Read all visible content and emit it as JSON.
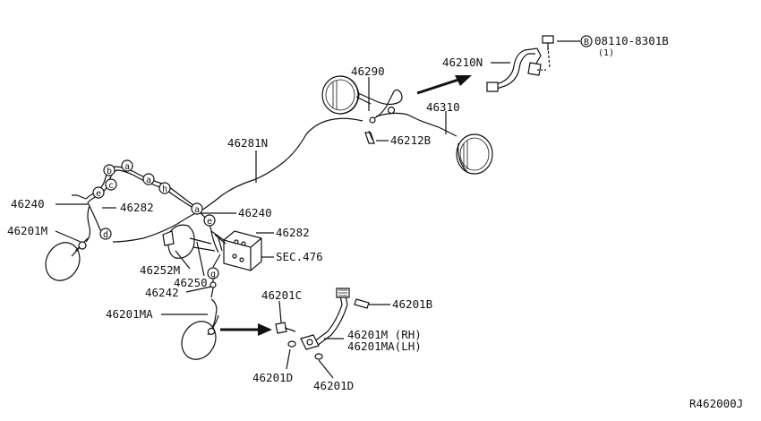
{
  "labels": {
    "l46290": "46290",
    "l46210n": "46210N",
    "lbolt": "08110-8301B",
    "lbolt_qty": "(1)",
    "lbolt_letter": "B",
    "l46310": "46310",
    "l46212b": "46212B",
    "l46281n": "46281N",
    "l46240a": "46240",
    "l46282a": "46282",
    "l46201m": "46201M",
    "l46240b": "46240",
    "l46282b": "46282",
    "lsec": "SEC.476",
    "l46252m": "46252M",
    "l46250": "46250",
    "l46242": "46242",
    "l46201ma": "46201MA",
    "l46201c": "46201C",
    "l46201b": "46201B",
    "lrh": "46201M (RH)",
    "llh": "46201MA(LH)",
    "l46201d_a": "46201D",
    "l46201d_b": "46201D",
    "lref": "R462000J"
  },
  "clip_letters": [
    "b",
    "a",
    "a",
    "h",
    "c",
    "e",
    "a",
    "e",
    "d",
    "g"
  ]
}
